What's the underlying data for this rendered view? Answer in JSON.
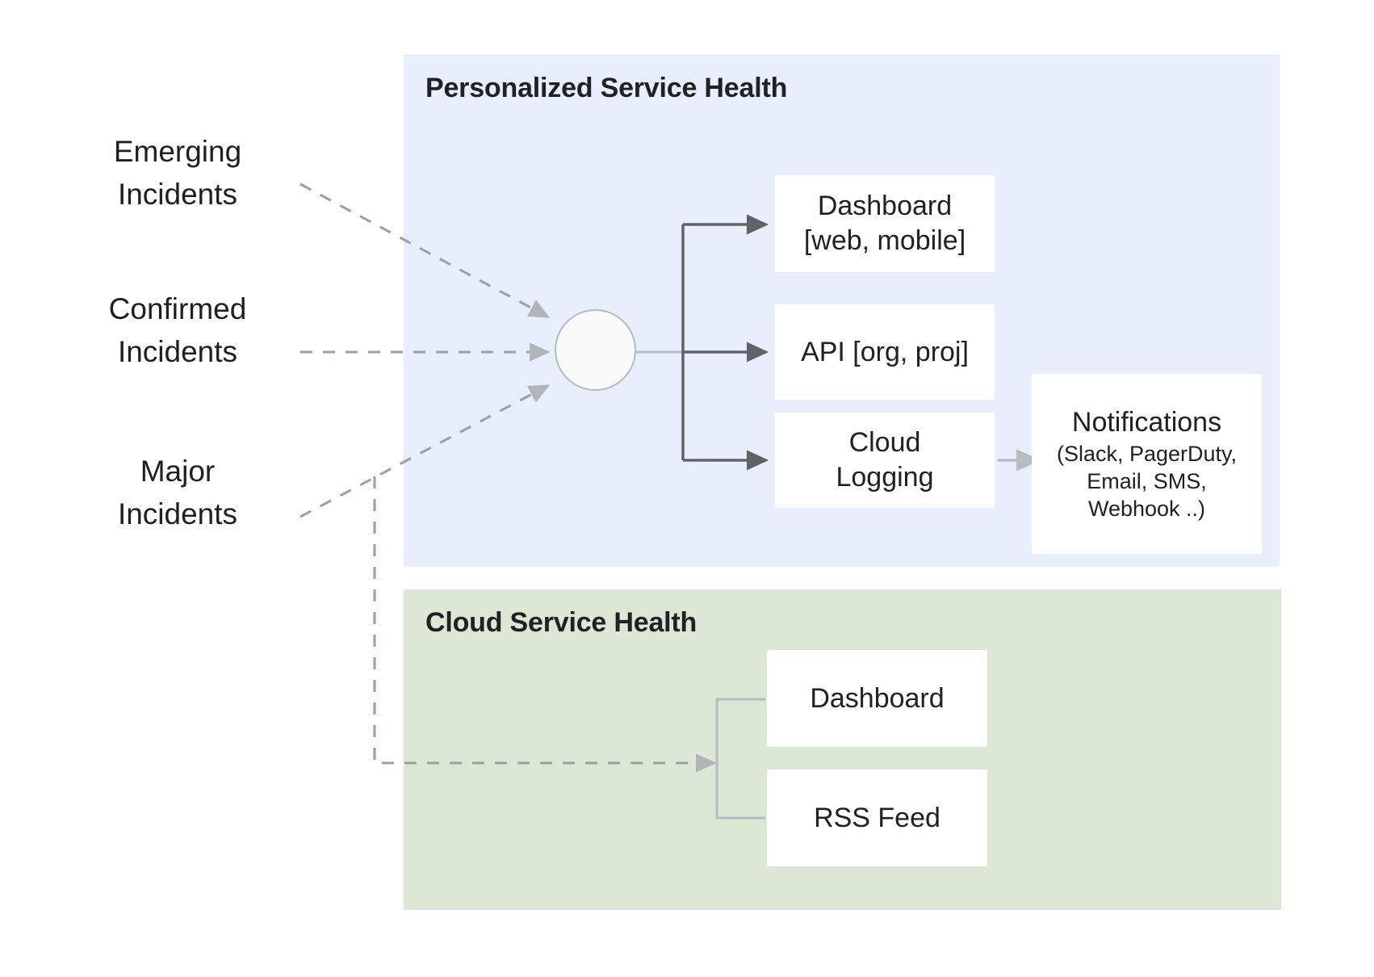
{
  "diagram": {
    "title_hidden": "",
    "colors": {
      "panel_personalized_bg": "#e8eefc",
      "panel_cloud_bg": "#dce8d4",
      "box_bg": "#ffffff",
      "text": "#202124",
      "dashed_line": "#9aa0a6",
      "solid_arrow": "#5f6368",
      "light_connector": "#b5bcc2",
      "page_bg": "#ffffff"
    }
  },
  "inputs": [
    {
      "id": "emerging",
      "line1": "Emerging",
      "line2": "Incidents"
    },
    {
      "id": "confirmed",
      "line1": "Confirmed",
      "line2": "Incidents"
    },
    {
      "id": "major",
      "line1": "Major",
      "line2": "Incidents"
    }
  ],
  "panels": [
    {
      "id": "personalized-service-health",
      "title": "Personalized Service Health",
      "nodes": [
        {
          "id": "dashboard-web-mobile",
          "line1": "Dashboard",
          "line2": "[web, mobile]"
        },
        {
          "id": "api-org-proj",
          "line1": "API [org, proj]",
          "line2": ""
        },
        {
          "id": "cloud-logging",
          "line1": "Cloud",
          "line2": "Logging"
        },
        {
          "id": "notifications",
          "line1": "Notifications",
          "line2": "(Slack, PagerDuty,",
          "line3": "Email, SMS,",
          "line4": "Webhook ..)"
        }
      ]
    },
    {
      "id": "cloud-service-health",
      "title": "Cloud Service Health",
      "nodes": [
        {
          "id": "dashboard",
          "line1": "Dashboard",
          "line2": ""
        },
        {
          "id": "rss-feed",
          "line1": "RSS Feed",
          "line2": ""
        }
      ]
    }
  ],
  "hub": {
    "id": "aggregation-hub",
    "label": ""
  },
  "edges": [
    {
      "from": "emerging",
      "to": "aggregation-hub",
      "style": "dashed"
    },
    {
      "from": "confirmed",
      "to": "aggregation-hub",
      "style": "dashed"
    },
    {
      "from": "major",
      "to": "aggregation-hub",
      "style": "dashed"
    },
    {
      "from": "major",
      "to": "cloud-service-health",
      "style": "dashed"
    },
    {
      "from": "aggregation-hub",
      "to": "dashboard-web-mobile",
      "style": "solid"
    },
    {
      "from": "aggregation-hub",
      "to": "api-org-proj",
      "style": "solid"
    },
    {
      "from": "aggregation-hub",
      "to": "cloud-logging",
      "style": "solid"
    },
    {
      "from": "cloud-logging",
      "to": "notifications",
      "style": "solid-light"
    }
  ]
}
